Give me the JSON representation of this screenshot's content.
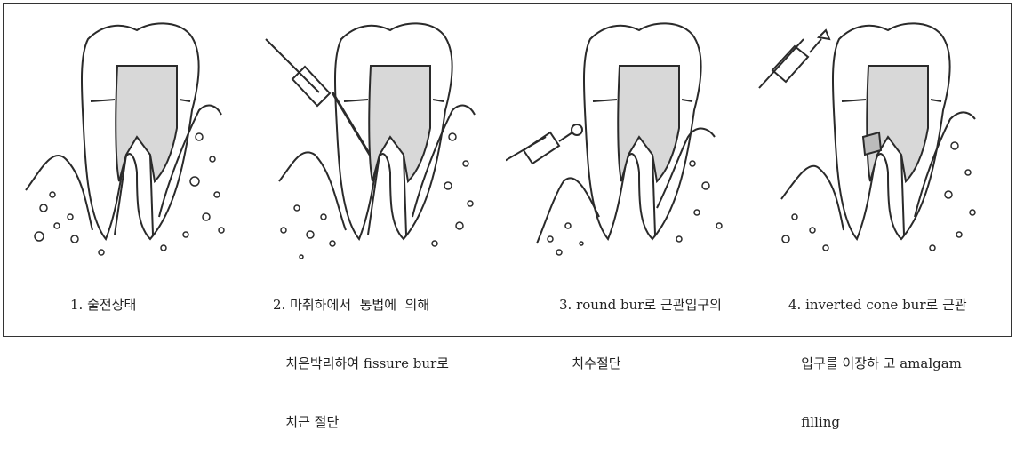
{
  "figure": {
    "panels": [
      {
        "id": "panel-1",
        "caption": [
          "1. 술전상태"
        ]
      },
      {
        "id": "panel-2",
        "caption": [
          "2. 마취하에서  통법에  의해",
          "   치은박리하여 fissure bur로",
          "   치근 절단"
        ]
      },
      {
        "id": "panel-3",
        "caption": [
          "3. round bur로 근관입구의",
          "   치수절단"
        ]
      },
      {
        "id": "panel-4",
        "caption": [
          "4. inverted cone bur로 근관",
          "   입구를 이장하 고 amalgam",
          "   filling"
        ]
      }
    ]
  },
  "colors": {
    "line": "#2a2a2a",
    "pulp_fill": "#d8d8d8",
    "background": "#ffffff"
  }
}
